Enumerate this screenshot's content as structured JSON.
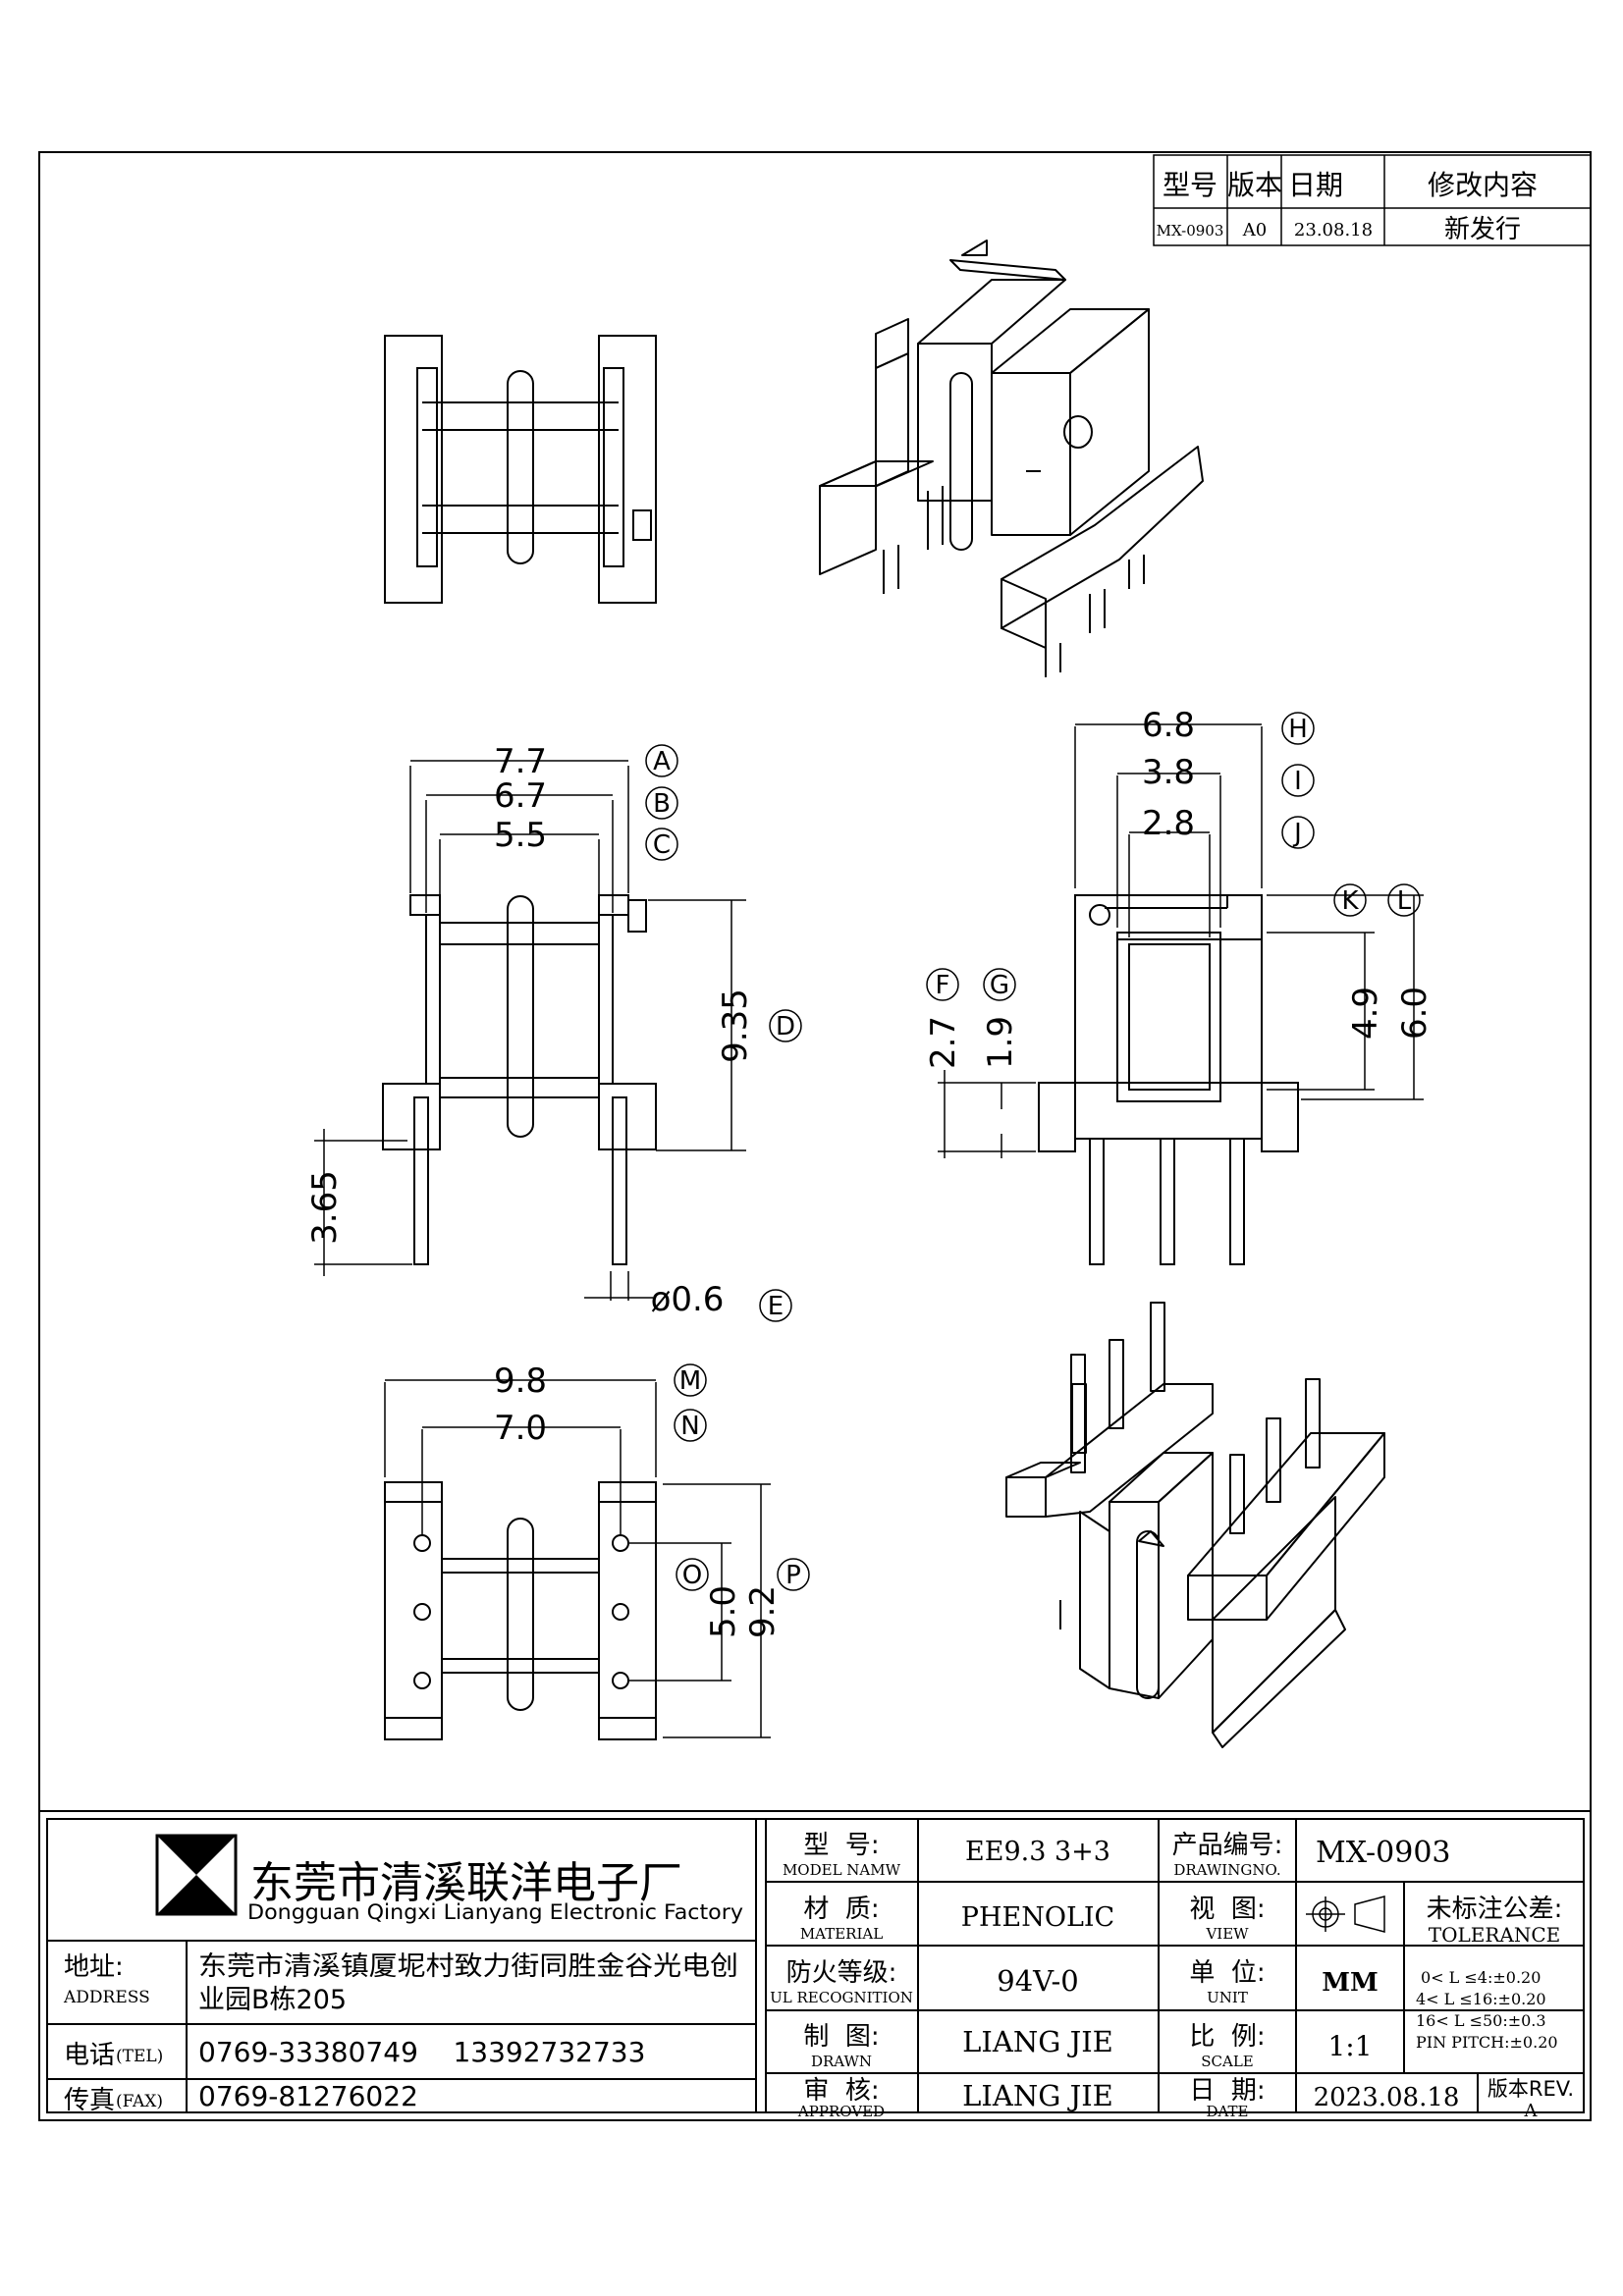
{
  "revision_table": {
    "headers": {
      "model": "型号",
      "version": "版本",
      "date": "日期",
      "content": "修改内容"
    },
    "row": {
      "model": "MX-0903",
      "version": "A0",
      "date": "23.08.18",
      "content": "新发行"
    }
  },
  "dimensions": {
    "A": "7.7",
    "B": "6.7",
    "C": "5.5",
    "D": "9.35",
    "pin_len": "3.65",
    "E": "ø0.6",
    "H": "6.8",
    "I": "3.8",
    "J": "2.8",
    "KL_a": "4.9",
    "KL_b": "6.0",
    "F": "2.7",
    "G": "1.9",
    "M": "9.8",
    "N": "7.0",
    "O": "5.0",
    "P": "9.2"
  },
  "markers": {
    "A": "A",
    "B": "B",
    "C": "C",
    "D": "D",
    "E": "E",
    "F": "F",
    "G": "G",
    "H": "H",
    "I": "I",
    "J": "J",
    "K": "K",
    "L": "L",
    "M": "M",
    "N": "N",
    "O": "O",
    "P": "P"
  },
  "title_block": {
    "company_cn": "东莞市清溪联洋电子厂",
    "company_en": "Dongguan Qingxi Lianyang Electronic Factory",
    "address_label_cn": "地址:",
    "address_label_en": "ADDRESS",
    "address_1": "东莞市清溪镇厦坭村致力街同胜金谷光电创",
    "address_2": "业园B栋205",
    "tel_label_cn": "电话",
    "tel_label_en": "(TEL)",
    "tel_value": "0769-33380749    13392732733",
    "fax_label_cn": "传真",
    "fax_label_en": "(FAX)",
    "fax_value": "0769-81276022",
    "model_label_cn": "型  号:",
    "model_label_en": "MODEL NAMW",
    "model_value": "EE9.3 3+3",
    "material_label_cn": "材  质:",
    "material_label_en": "MATERIAL",
    "material_value": "PHENOLIC",
    "ul_label_cn": "防火等级:",
    "ul_label_en": "UL RECOGNITION",
    "ul_value": "94V-0",
    "drawn_label_cn": "制  图:",
    "drawn_label_en": "DRAWN",
    "drawn_value": "LIANG JIE",
    "approved_label_cn": "审  核:",
    "approved_label_en": "APPROVED",
    "approved_value": "LIANG JIE",
    "drawing_no_label_cn": "产品编号:",
    "drawing_no_label_en": "DRAWINGNO.",
    "drawing_no_value": "MX-0903",
    "view_label_cn": "视  图:",
    "view_label_en": "VIEW",
    "unit_label_cn": "单  位:",
    "unit_label_en": "UNIT",
    "unit_value": "MM",
    "scale_label_cn": "比  例:",
    "scale_label_en": "SCALE",
    "scale_value": "1:1",
    "date_label_cn": "日  期:",
    "date_label_en": "DATE",
    "date_value": "2023.08.18",
    "tolerance_label_cn": "未标注公差:",
    "tolerance_label_en": "TOLERANCE",
    "tol_1": "0< L ≤4:±0.20",
    "tol_2": "4< L ≤16:±0.20",
    "tol_3": "16< L ≤50:±0.3",
    "tol_4": "PIN PITCH:±0.20",
    "rev_label": "版本REV.",
    "rev_value": "A"
  }
}
